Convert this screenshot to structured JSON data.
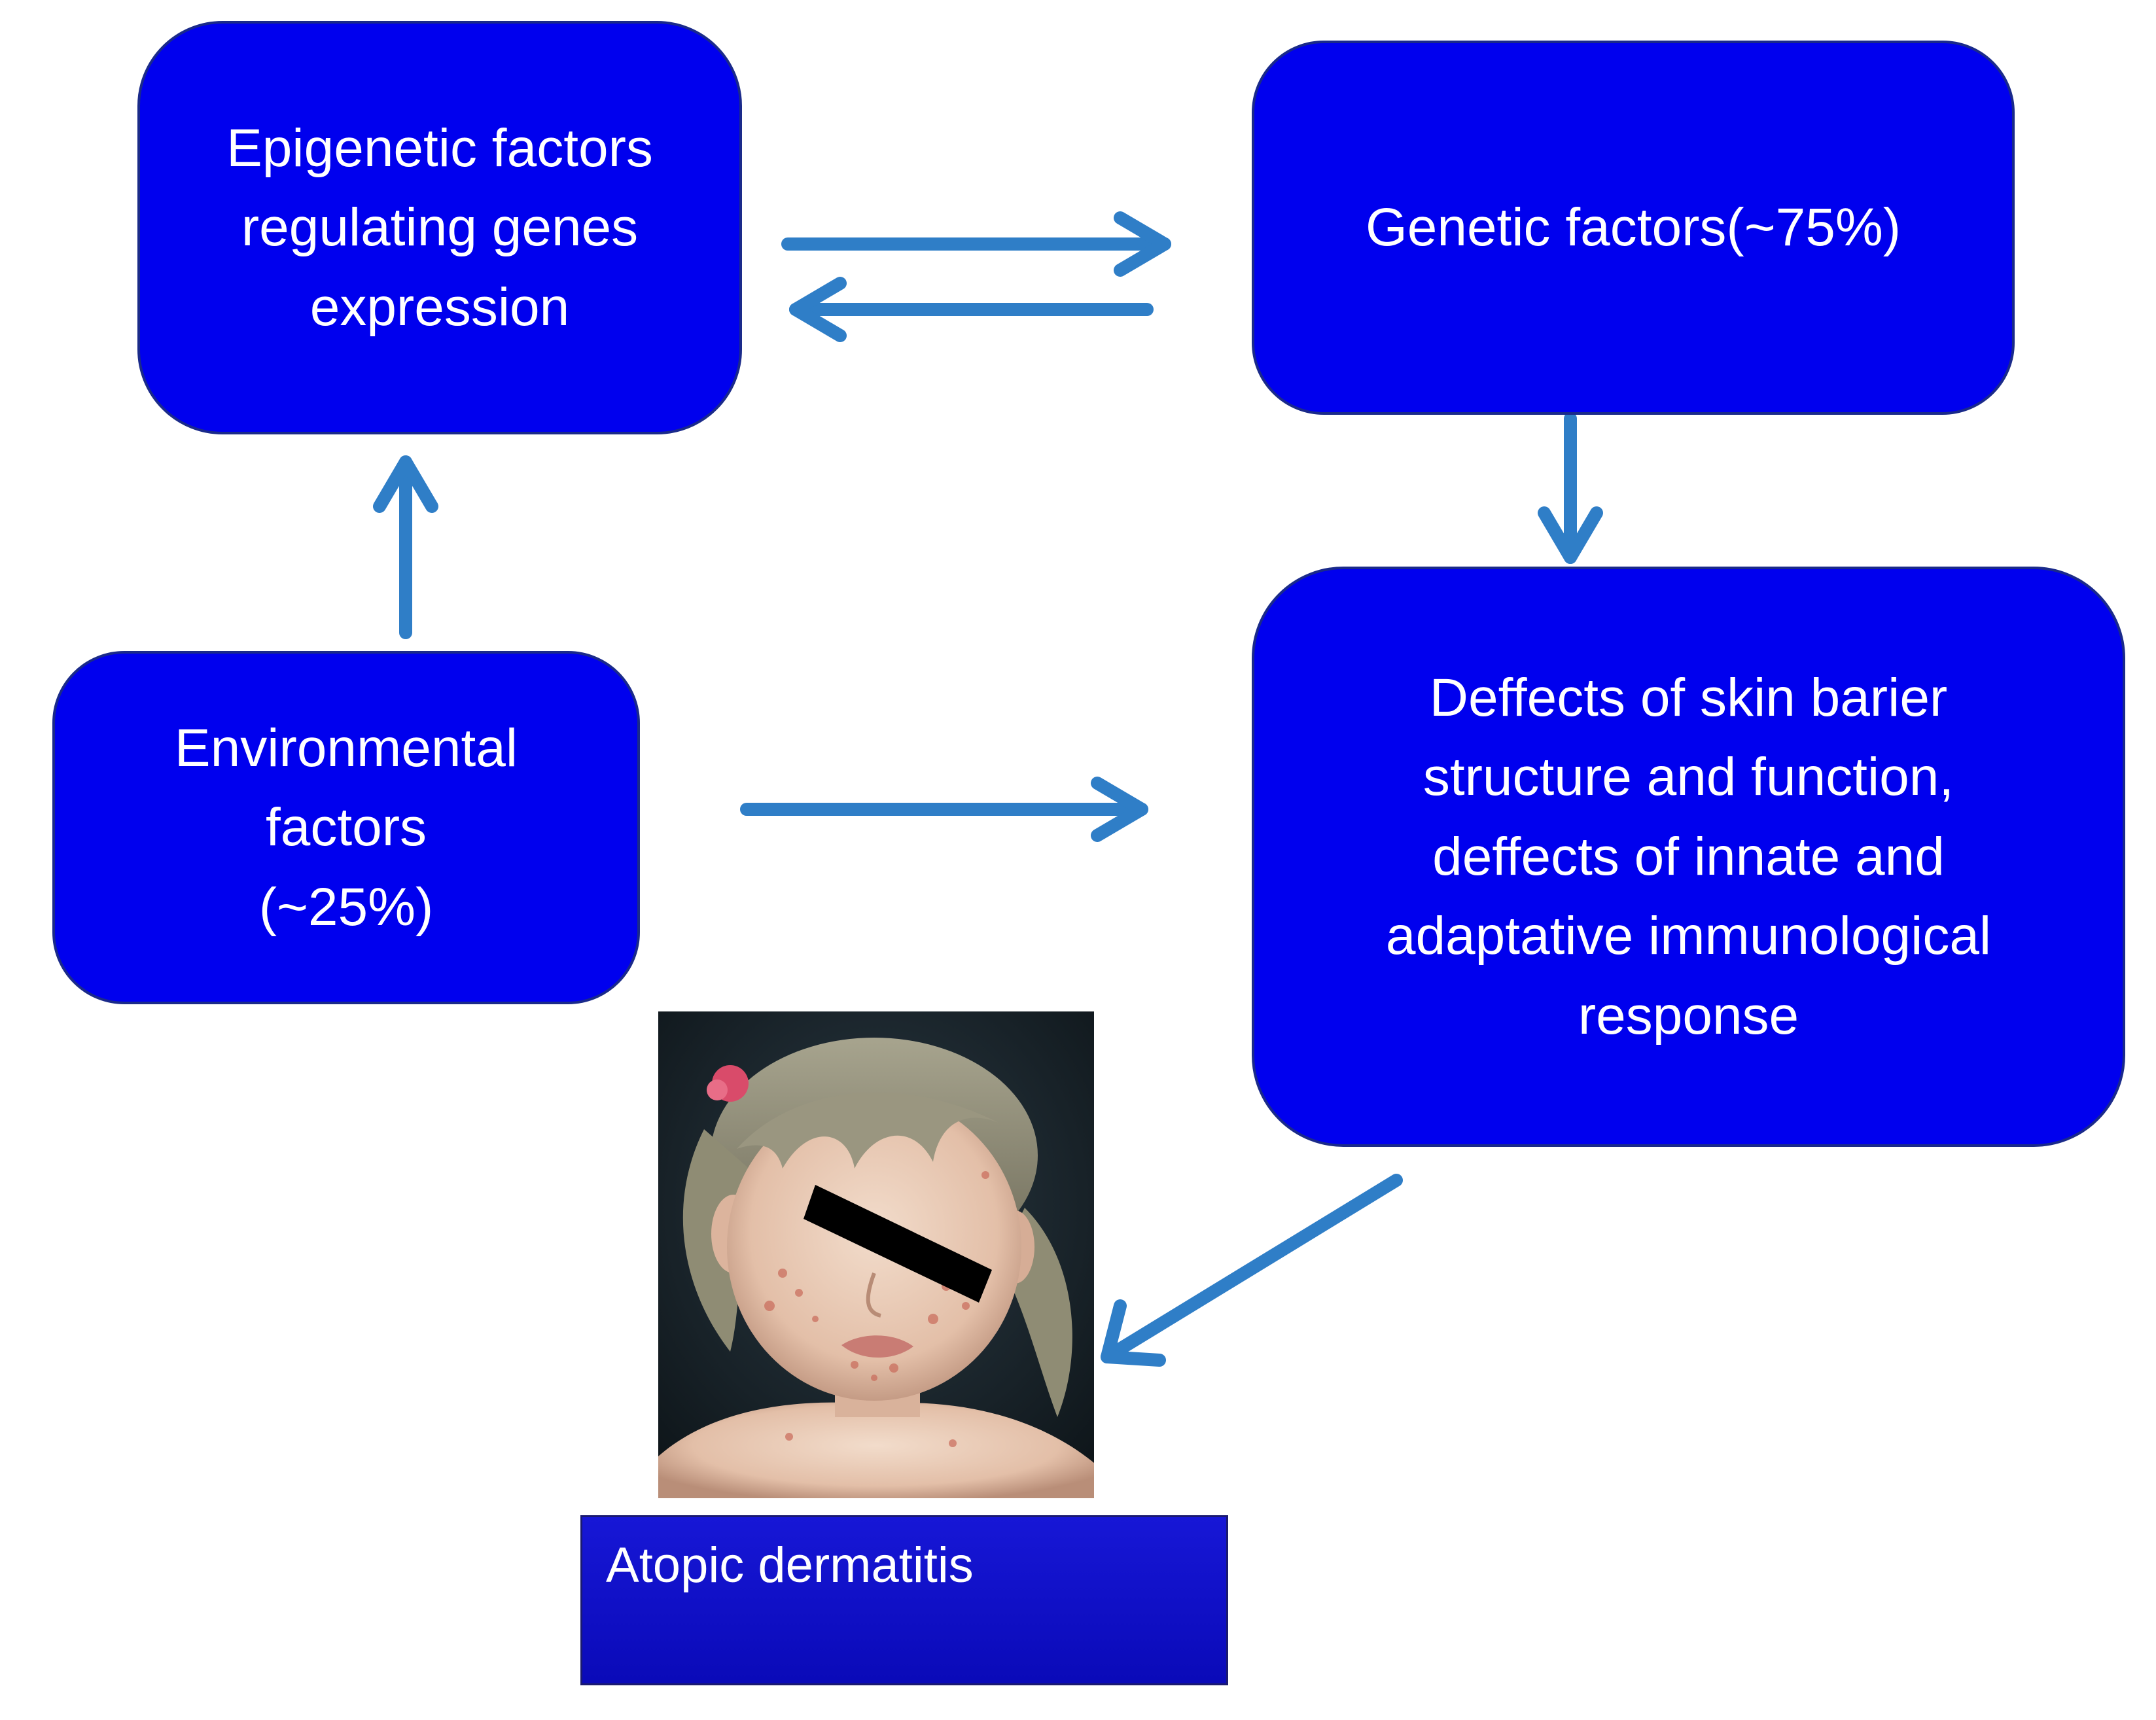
{
  "nodes": {
    "epigenetic": "Epigenetic factors\nregulating genes\nexpression",
    "genetic": "Genetic factors(~75%)",
    "environmental": "Environmental\nfactors\n(~25%)",
    "defects": "Deffects of skin barier\nstructure and function,\ndeffects of innate and\nadaptative immunological\nresponse"
  },
  "caption": "Atopic dermatitis",
  "colors": {
    "node_fill": "#0000ee",
    "arrow": "#2f7ec7"
  }
}
